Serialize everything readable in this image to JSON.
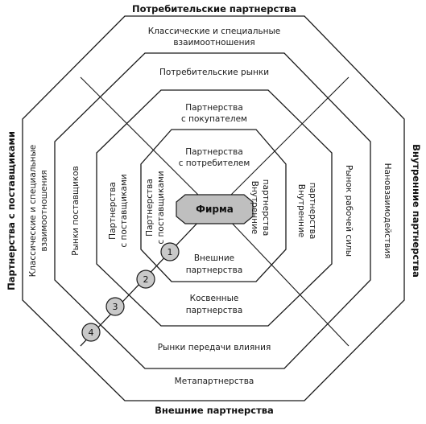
{
  "outer": {
    "top": "Потребительские партнерства",
    "bottom": "Внешние партнерства",
    "left": "Партнерства с поставщиками",
    "right": "Внутренние партнерства"
  },
  "ring1": {
    "top_line1": "Классические и специальные",
    "top_line2": "взаимоотношения",
    "bottom": "Метапартнерства",
    "left_line1": "Классические и специальные",
    "left_line2": "взаимоотношения",
    "right": "Нановзаимодействия"
  },
  "ring2": {
    "top": "Потребительские рынки",
    "bottom": "Рынки передачи влияния",
    "left": "Рынки поставщиков",
    "right": "Рынок рабочей силы"
  },
  "ring3": {
    "top_line1": "Партнерства",
    "top_line2": "с покупателем",
    "bottom_line1": "Косвенные",
    "bottom_line2": "партнерства",
    "left_line1": "Партнерства",
    "left_line2": "с поставщиками",
    "right_line1": "Внутренние",
    "right_line2": "партнерства"
  },
  "ring4": {
    "top_line1": "Партнерства",
    "top_line2": "с потребителем",
    "bottom_line1": "Внешние",
    "bottom_line2": "партнерства",
    "left_line1": "Партнерства",
    "left_line2": "с поставщиками",
    "right_line1": "Внутренние",
    "right_line2": "партнерства"
  },
  "center": {
    "label": "Фирма"
  },
  "steps": [
    "1",
    "2",
    "3",
    "4"
  ]
}
